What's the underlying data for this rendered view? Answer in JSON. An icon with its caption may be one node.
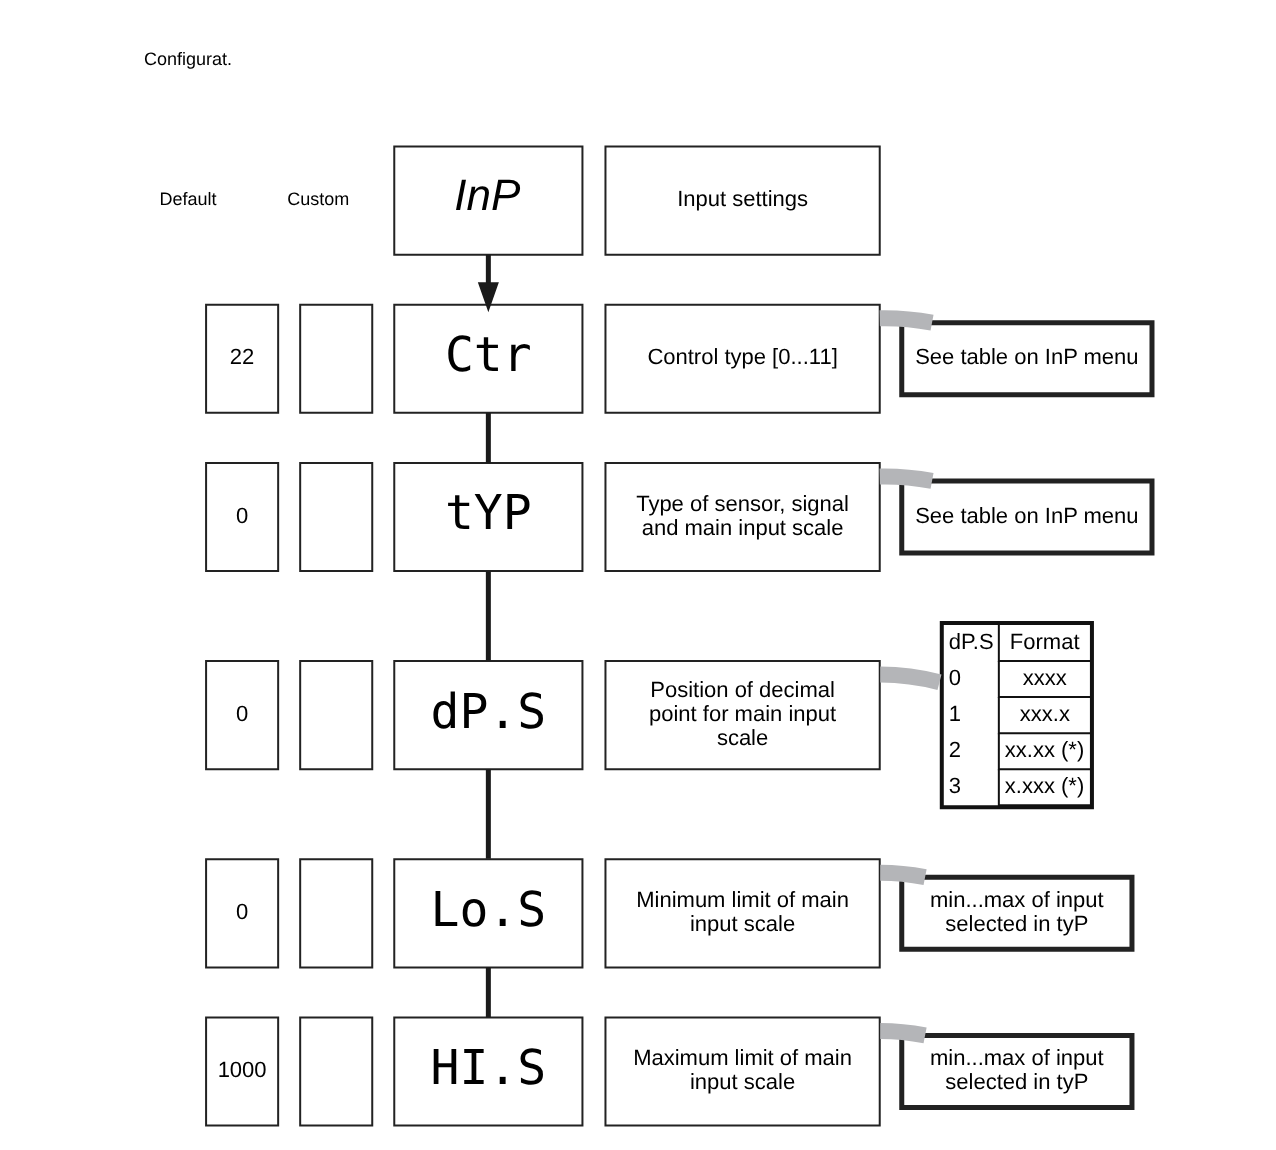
{
  "diagram": {
    "nodes": [
      {
        "text": [
          "InP"
        ]
      },
      {
        "text": [
          "Input settings"
        ]
      },
      {
        "text": [
          "22"
        ]
      },
      {
        "text": [],
        "shape": "box"
      },
      {
        "text": [
          "Ctr"
        ]
      },
      {
        "text": [
          "Control type [0...11]"
        ]
      },
      {
        "text": [
          "See table on InP menu"
        ]
      },
      {
        "text": [
          "0"
        ]
      },
      {
        "text": [],
        "shape": "box"
      },
      {
        "text": [
          "tYP"
        ]
      },
      {
        "text": [
          "Type of sensor, signal and main input scale"
        ]
      },
      {
        "text": [
          "See table on InP menu"
        ]
      },
      {
        "text": [
          "0"
        ]
      },
      {
        "text": [],
        "shape": "box"
      },
      {
        "text": [
          "dP.S"
        ]
      },
      {
        "text": [
          "Position of decimal point for main input scale"
        ]
      },
      {
        "text": [
          "dP.S",
          "Format",
          "0",
          "xxxx",
          "1",
          "xxx.x",
          "2",
          "xx.xx (*)",
          "3",
          "x.xxx (*)"
        ]
      },
      {
        "text": [
          "0"
        ]
      },
      {
        "text": [],
        "shape": "box"
      },
      {
        "text": [
          "Lo.S"
        ]
      },
      {
        "text": [
          "Minimum limit of main input scale"
        ]
      },
      {
        "text": [
          "min...max of input selected in tyP"
        ]
      },
      {
        "text": [
          "1000"
        ]
      },
      {
        "text": [],
        "shape": "box"
      },
      {
        "text": [
          "HI.S"
        ]
      },
      {
        "text": [
          "Maximum limit of main input scale"
        ]
      },
      {
        "text": [
          "min...max of input selected in tyP"
        ]
      }
    ],
    "edges": [
      {
        "from": 0,
        "to": 4,
        "arrow": "to"
      },
      {
        "from": 4,
        "to": 9,
        "arrow": "none"
      },
      {
        "from": 9,
        "to": 14,
        "arrow": "none"
      },
      {
        "from": 14,
        "to": 19,
        "arrow": "none"
      },
      {
        "from": 19,
        "to": 24,
        "arrow": "none"
      },
      {
        "from": 5,
        "to": 6,
        "arrow": "none",
        "style": "thick",
        "color": "#b4b5b8"
      },
      {
        "from": 10,
        "to": 11,
        "arrow": "none",
        "style": "thick",
        "color": "#b4b5b8"
      },
      {
        "from": 15,
        "to": 16,
        "arrow": "none",
        "style": "thick",
        "color": "#b4b5b8"
      },
      {
        "from": 20,
        "to": 21,
        "arrow": "none",
        "style": "thick",
        "color": "#b4b5b8"
      },
      {
        "from": 25,
        "to": 26,
        "arrow": "none",
        "style": "thick",
        "color": "#b4b5b8"
      }
    ],
    "labels": [
      "Configurat.",
      "Default",
      "Custom"
    ]
  }
}
